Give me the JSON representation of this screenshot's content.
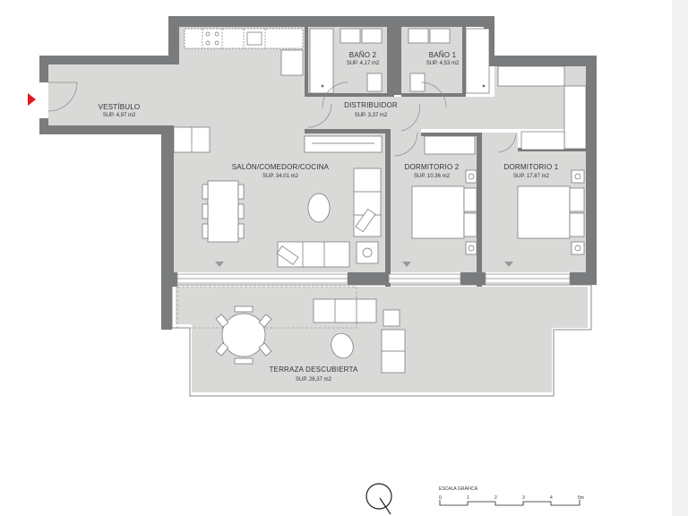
{
  "plan": {
    "colors": {
      "wall": "#7a7b7d",
      "floor": "#d9d9d8",
      "furniture": "#ffffff",
      "line": "#6e6e6e",
      "entrance_arrow": "#e2181f",
      "side_strip": "#f2f2f2"
    },
    "rooms": [
      {
        "id": "vestibulo",
        "name": "VESTÍBULO",
        "area": "SUP. 4,97 m2"
      },
      {
        "id": "bano2",
        "name": "BAÑO 2",
        "area": "SUP. 4,17 m2"
      },
      {
        "id": "bano1",
        "name": "BAÑO 1",
        "area": "SUP. 4,53 m2"
      },
      {
        "id": "distribuidor",
        "name": "DISTRIBUIDOR",
        "area": "SUP. 3,37 m2"
      },
      {
        "id": "salon",
        "name": "SALÓN/COMEDOR/COCINA",
        "area": "SUP. 34.01 m2"
      },
      {
        "id": "dormitorio2",
        "name": "DORMITORIO 2",
        "area": "SUP. 10.36 m2"
      },
      {
        "id": "dormitorio1",
        "name": "DORMITORIO 1",
        "area": "SUP. 17.87 m2"
      },
      {
        "id": "terraza",
        "name": "TERRAZA DESCUBIERTA",
        "area": "SUP. 26,37 m2"
      }
    ]
  },
  "legend": {
    "compass_icon": "north-arrow-icon",
    "scale_title": "ESCALA GRÁFICA",
    "scale_ticks": [
      "0",
      "1",
      "2",
      "3",
      "4",
      "5m"
    ]
  }
}
